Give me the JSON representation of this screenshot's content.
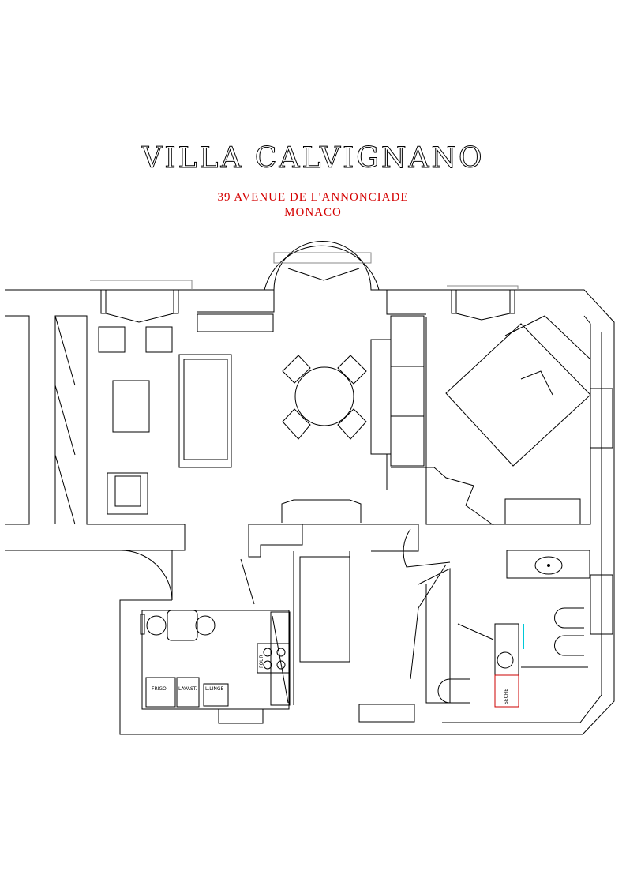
{
  "title": "VILLA CALVIGNANO",
  "address": {
    "street": "39 AVENUE DE L'ANNONCIADE",
    "city": "MONACO"
  },
  "appliances": {
    "fridge": "FRIGO",
    "dishwasher": "LAVAST.",
    "washer": "L.LINGE",
    "oven": "FOUR",
    "dryer": "SECHE"
  },
  "colors": {
    "lines": "#000000",
    "address": "#d40000",
    "accent": "#00c8d8"
  }
}
